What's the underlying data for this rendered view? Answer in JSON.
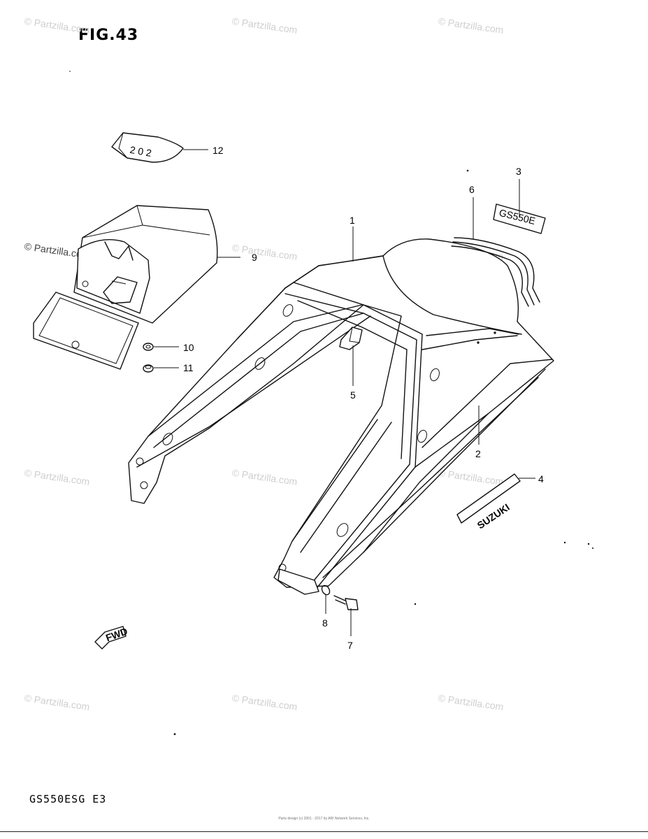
{
  "figure": {
    "title": "FIG.43"
  },
  "model": "GS550ESG  E3",
  "watermark": "© Partzilla.com",
  "copyright": "Parts design (c) 2001 - 2017 by ARI Network Services, Inc.",
  "fwd_label": "FWD",
  "emblem_text": "GS550E",
  "decal_text": "SUZUKI",
  "tag_text": "2 0 2",
  "callouts": [
    "1",
    "2",
    "3",
    "4",
    "5",
    "6",
    "7",
    "8",
    "9",
    "10",
    "11",
    "12"
  ]
}
